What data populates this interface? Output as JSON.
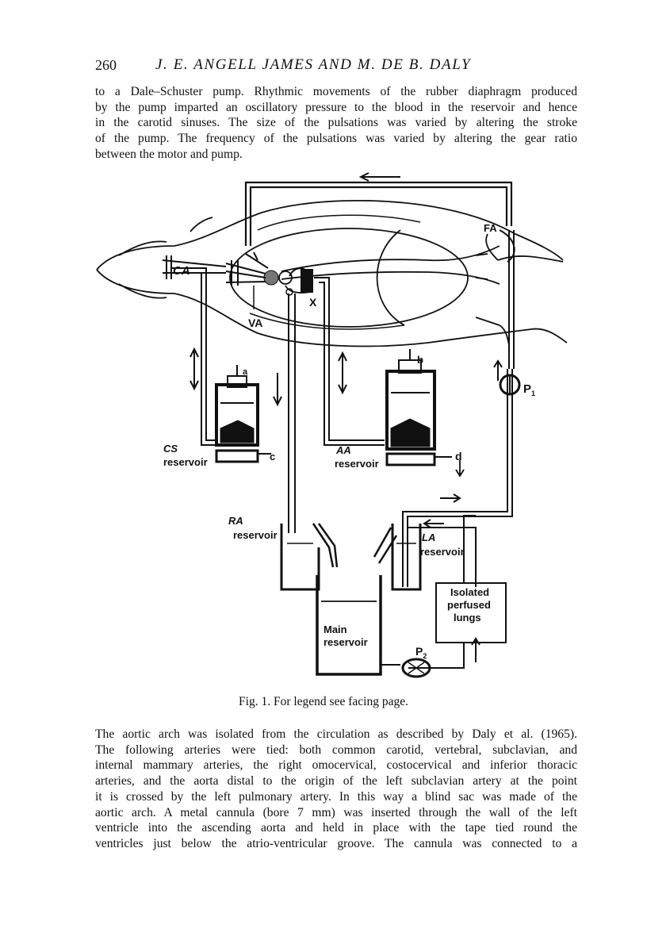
{
  "header": {
    "page_number": "260",
    "running_title": "J. E. ANGELL JAMES AND M. DE B. DALY"
  },
  "paragraph_top": [
    "to a Dale–Schuster pump. Rhythmic movements of the rubber diaphragm produced",
    "by the pump imparted an oscillatory pressure to the blood in the reservoir and hence",
    "in the carotid sinuses. The size of the pulsations was varied by altering the stroke",
    "of the pump. The frequency of the pulsations was varied by altering the gear ratio",
    "between the motor and pump."
  ],
  "figure": {
    "labels": {
      "ca": "CA",
      "va": "VA",
      "x": "X",
      "fa": "FA",
      "p1": "P",
      "p1_sub": "1",
      "p2": "P",
      "p2_sub": "2",
      "a": "a",
      "b": "b",
      "c": "c",
      "d": "d",
      "cs_reservoir_1": "CS",
      "cs_reservoir_2": "reservoir",
      "aa_reservoir_1": "AA",
      "aa_reservoir_2": "reservoir",
      "ra_reservoir_1": "RA",
      "ra_reservoir_2": "reservoir",
      "la_reservoir_1": "LA",
      "la_reservoir_2": "reservoir",
      "lungs_1": "Isolated",
      "lungs_2": "perfused",
      "lungs_3": "lungs",
      "main_reservoir_1": "Main",
      "main_reservoir_2": "reservoir"
    }
  },
  "caption": "Fig. 1. For legend see facing page.",
  "paragraph_bottom": [
    "The aortic arch was isolated from the circulation as described by Daly et al. (1965).",
    "The following arteries were tied: both common carotid, vertebral, subclavian, and",
    "internal mammary arteries, the right omocervical, costocervical and inferior thoracic",
    "arteries, and the aorta distal to the origin of the left subclavian artery at the point",
    "it is crossed by the left pulmonary artery. In this way a blind sac was made of the",
    "aortic arch. A metal cannula (bore 7 mm) was inserted through the wall of the left",
    "ventricle into the ascending aorta and held in place with the tape tied round the",
    "ventricles just below the atrio-ventricular groove. The cannula was connected to a"
  ]
}
